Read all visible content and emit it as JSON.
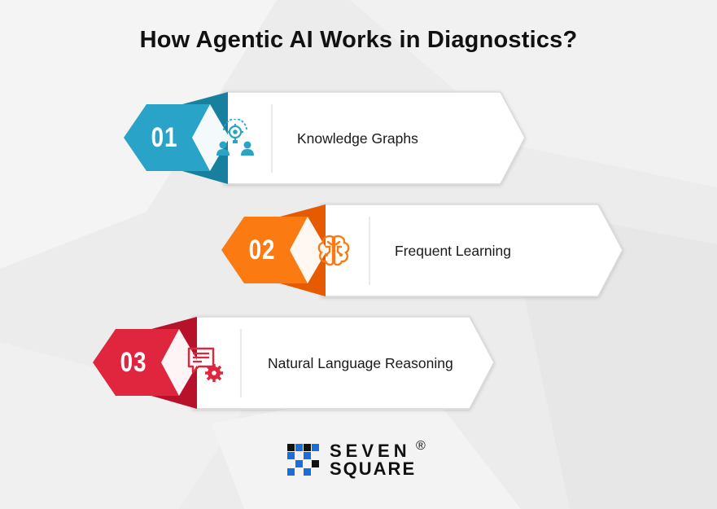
{
  "title": "How Agentic AI Works in Diagnostics?",
  "steps": [
    {
      "number": "01",
      "label": "Knowledge Graphs",
      "icon": "team-gear-bulb-icon",
      "color": "#2aa3c9",
      "dark": "#17809f"
    },
    {
      "number": "02",
      "label": "Frequent Learning",
      "icon": "brain-icon",
      "color": "#fb7a12",
      "dark": "#e65a00"
    },
    {
      "number": "03",
      "label": "Natural Language Reasoning",
      "icon": "chat-gear-icon",
      "color": "#e0263f",
      "dark": "#b8122b"
    }
  ],
  "logo": {
    "line1": "SEVEN",
    "line2": "SQUARE",
    "registered": "®",
    "accent": "#1a6fd6"
  }
}
